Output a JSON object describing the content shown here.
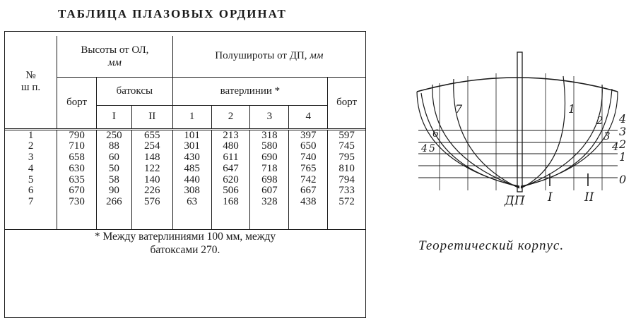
{
  "title": "ТАБЛИЦА ПЛАЗОВЫХ ОРДИНАТ",
  "table": {
    "col_station": "№\nш п.",
    "heights_group": "Высоты от ОЛ,",
    "heights_unit": "мм",
    "halfbreadth_group": "Полушироты от ДП,",
    "halfbreadth_unit": "мм",
    "bort": "борт",
    "buttocks": "батоксы",
    "waterlines": "ватерлинии *",
    "buttock_cols": [
      "I",
      "II"
    ],
    "waterline_cols": [
      "1",
      "2",
      "3",
      "4"
    ],
    "bort2": "борт",
    "rows": [
      {
        "n": "1",
        "h_bort": "790",
        "b1": "250",
        "b2": "655",
        "w1": "101",
        "w2": "213",
        "w3": "318",
        "w4": "397",
        "hw_bort": "597"
      },
      {
        "n": "2",
        "h_bort": "710",
        "b1": "88",
        "b2": "254",
        "w1": "301",
        "w2": "480",
        "w3": "580",
        "w4": "650",
        "hw_bort": "745"
      },
      {
        "n": "3",
        "h_bort": "658",
        "b1": "60",
        "b2": "148",
        "w1": "430",
        "w2": "611",
        "w3": "690",
        "w4": "740",
        "hw_bort": "795"
      },
      {
        "n": "4",
        "h_bort": "630",
        "b1": "50",
        "b2": "122",
        "w1": "485",
        "w2": "647",
        "w3": "718",
        "w4": "765",
        "hw_bort": "810"
      },
      {
        "n": "5",
        "h_bort": "635",
        "b1": "58",
        "b2": "140",
        "w1": "440",
        "w2": "620",
        "w3": "698",
        "w4": "742",
        "hw_bort": "794"
      },
      {
        "n": "6",
        "h_bort": "670",
        "b1": "90",
        "b2": "226",
        "w1": "308",
        "w2": "506",
        "w3": "607",
        "w4": "667",
        "hw_bort": "733"
      },
      {
        "n": "7",
        "h_bort": "730",
        "b1": "266",
        "b2": "576",
        "w1": "63",
        "w2": "168",
        "w3": "328",
        "w4": "438",
        "hw_bort": "572"
      }
    ],
    "note_line1": "* Между ватерлиниями 100 мм, между",
    "note_line2": "батоксами 270."
  },
  "diagram": {
    "caption": "Теоретический корпус.",
    "left_stations": [
      "7",
      "6",
      "4",
      "5"
    ],
    "right_stations": [
      "1",
      "2",
      "3",
      "4"
    ],
    "waterline_labels": [
      "4",
      "3",
      "2",
      "1",
      "0"
    ],
    "centerline_label": "ДП",
    "buttock_labels": [
      "I",
      "II"
    ]
  }
}
